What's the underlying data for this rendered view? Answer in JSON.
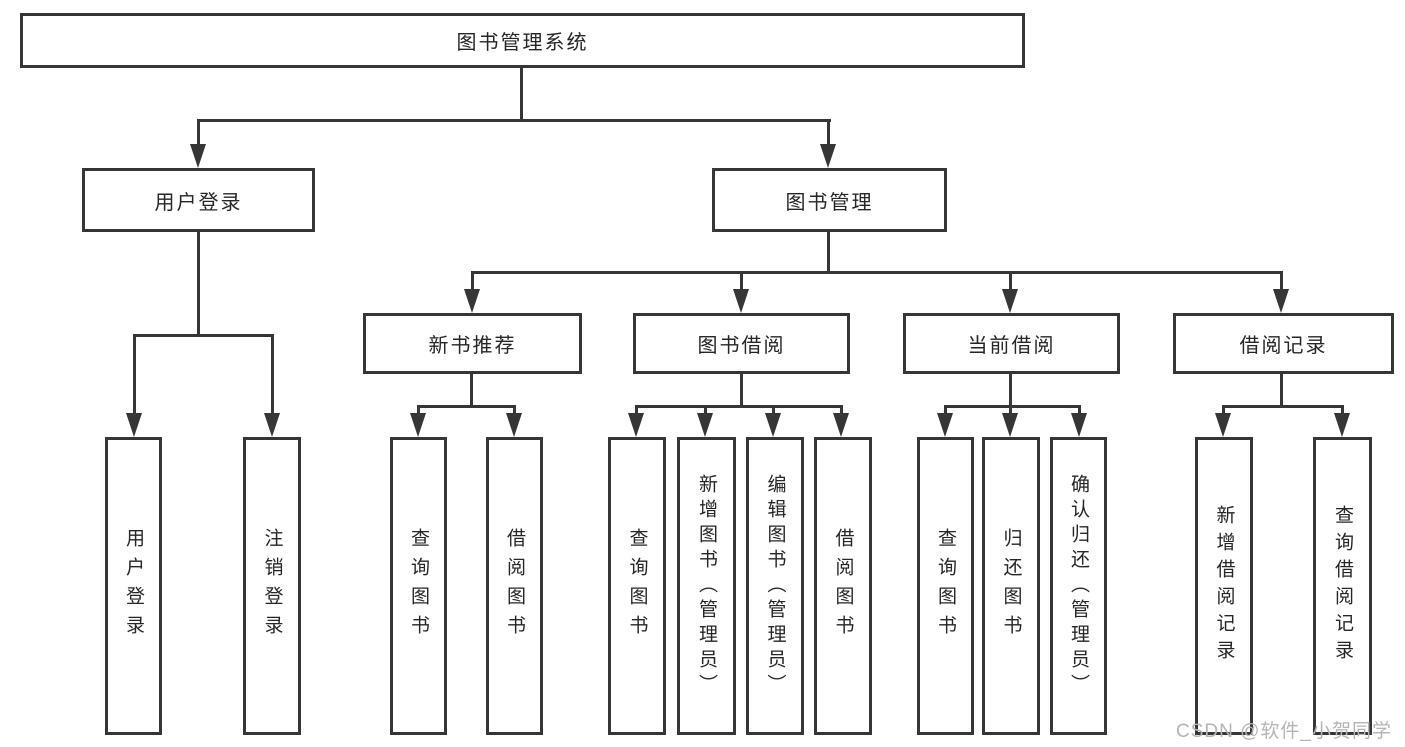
{
  "tree": {
    "label": "图书管理系统",
    "children": [
      {
        "label": "用户登录",
        "children": [
          {
            "label": "用户登录"
          },
          {
            "label": "注销登录"
          }
        ]
      },
      {
        "label": "图书管理",
        "children": [
          {
            "label": "新书推荐",
            "children": [
              {
                "label": "查询图书"
              },
              {
                "label": "借阅图书"
              }
            ]
          },
          {
            "label": "图书借阅",
            "children": [
              {
                "label": "查询图书"
              },
              {
                "label": "新增图书（管理员）"
              },
              {
                "label": "编辑图书（管理员）"
              },
              {
                "label": "借阅图书"
              }
            ]
          },
          {
            "label": "当前借阅",
            "children": [
              {
                "label": "查询图书"
              },
              {
                "label": "归还图书"
              },
              {
                "label": "确认归还（管理员）"
              }
            ]
          },
          {
            "label": "借阅记录",
            "children": [
              {
                "label": "新增借阅记录"
              },
              {
                "label": "查询借阅记录"
              }
            ]
          }
        ]
      }
    ]
  },
  "watermark": {
    "text": "CSDN @软件_小贺同学"
  },
  "colors": {
    "line": "#363636",
    "box_border": "#363636",
    "text": "#262626",
    "watermark": "#b5b5b5",
    "background": "#ffffff"
  }
}
